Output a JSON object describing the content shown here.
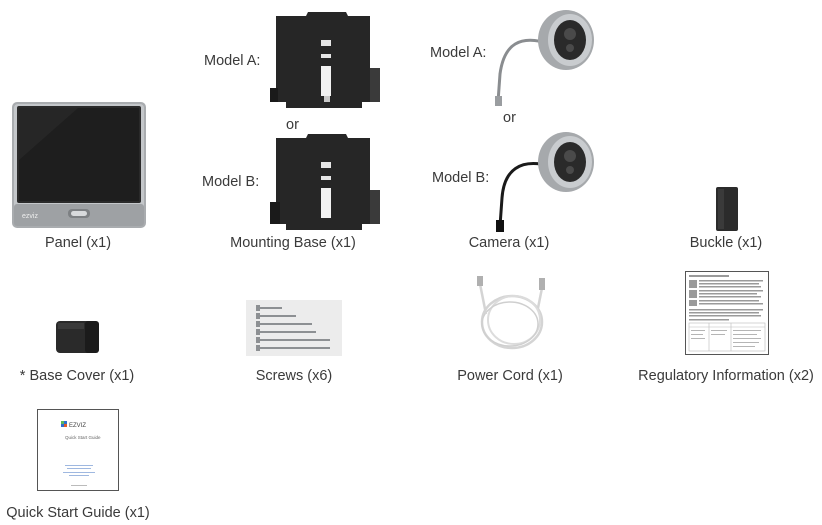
{
  "items": {
    "panel": {
      "label": "Panel (x1)"
    },
    "mounting_base": {
      "label": "Mounting Base (x1)",
      "model_a": "Model A:",
      "or": "or",
      "model_b": "Model B:"
    },
    "camera": {
      "label": "Camera (x1)",
      "model_a": "Model A:",
      "or": "or",
      "model_b": "Model B:"
    },
    "buckle": {
      "label": "Buckle (x1)"
    },
    "base_cover": {
      "label": "* Base Cover (x1)"
    },
    "screws": {
      "label": "Screws (x6)"
    },
    "power_cord": {
      "label": "Power Cord (x1)"
    },
    "regulatory": {
      "label": "Regulatory Information (x2)"
    },
    "quick_start": {
      "label": "Quick Start Guide (x1)",
      "brand": "EZVIZ",
      "title": "Quick Start Guide"
    }
  },
  "colors": {
    "caption": "#3a3a3a",
    "dark_part": "#1f1f1f",
    "silver": "#b9bcbf",
    "brand_blue": "#2f6fd1",
    "brand_green": "#5cb85c"
  }
}
